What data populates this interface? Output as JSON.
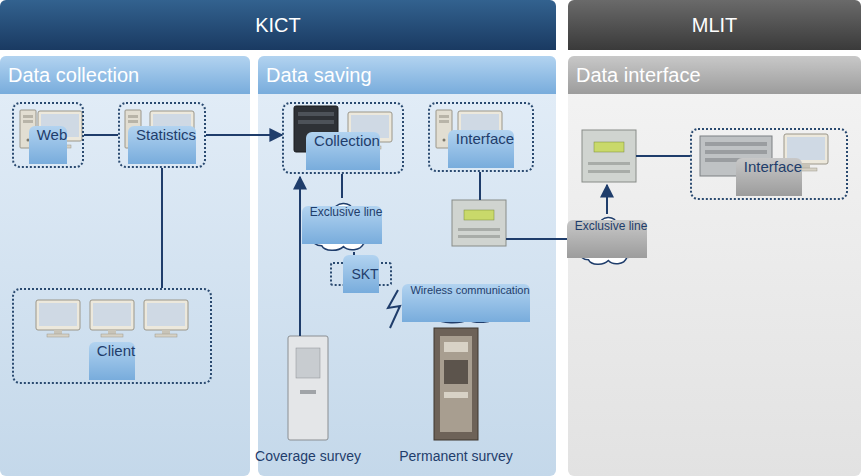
{
  "diagram": {
    "nodes": [
      {
        "text": [
          "KICT"
        ]
      },
      {
        "text": [
          "MLIT"
        ]
      },
      {
        "text": [
          "Data collection"
        ]
      },
      {
        "text": [
          "Data saving"
        ]
      },
      {
        "text": [
          "Data interface"
        ]
      },
      {
        "text": [
          "Web"
        ],
        "in": 2
      },
      {
        "text": [
          "Statistics"
        ],
        "in": 2
      },
      {
        "text": [
          "Client"
        ],
        "in": 2
      },
      {
        "text": [
          "Collection"
        ],
        "in": 3
      },
      {
        "text": [
          "Interface"
        ],
        "in": 3
      },
      {
        "text": [
          "Exclusive line"
        ],
        "in": 3
      },
      {
        "text": [
          "SKT"
        ],
        "in": 3
      },
      {
        "text": [
          "Wireless communication"
        ],
        "in": 3
      },
      {
        "text": [
          "Exclusive line"
        ],
        "in": 4
      },
      {
        "text": [
          "Interface"
        ],
        "in": 4
      }
    ],
    "edges": [
      {
        "from": 5,
        "to": 6,
        "arrow": "none"
      },
      {
        "from": 6,
        "to": 8,
        "arrow": "to"
      },
      {
        "from": 6,
        "to": 7,
        "arrow": "none"
      },
      {
        "from": 8,
        "to": 10,
        "arrow": "none"
      },
      {
        "from": 10,
        "to": 11,
        "arrow": "none"
      }
    ],
    "labels": [
      "Coverage survey",
      "Permanent survey"
    ]
  }
}
